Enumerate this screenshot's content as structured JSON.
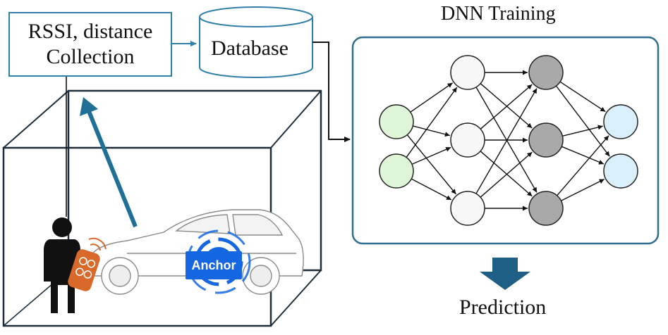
{
  "collection_box": {
    "line1": "RSSI, distance",
    "line2": "Collection"
  },
  "database": {
    "label": "Database"
  },
  "dnn": {
    "title": "DNN Training"
  },
  "anchor": {
    "label": "Anchor"
  },
  "prediction": {
    "label": "Prediction"
  },
  "colors": {
    "box_border": "#2f7fa8",
    "dnn_panel_border": "#2f6f8f",
    "arrow_blue": "#1f6f96",
    "prediction_arrow": "#1e5f86",
    "input_node": "#dff5d8",
    "hidden1_node": "#f7f7f7",
    "hidden2_node": "#a9a9a9",
    "output_node": "#d9f0fb",
    "anchor_blue": "#1467e0",
    "phone_orange": "#d9692a"
  }
}
